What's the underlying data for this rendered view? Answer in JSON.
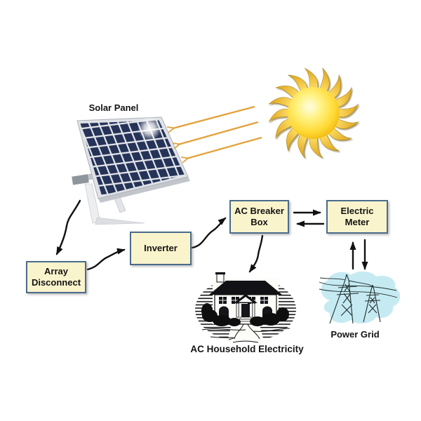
{
  "diagram": {
    "background": "#FFFFFF",
    "labels": {
      "solar_panel": "Solar Panel",
      "ac_household": "AC Household Electricity",
      "power_grid": "Power Grid"
    },
    "nodes": {
      "array_disconnect": "Array\nDisconnect",
      "inverter": "Inverter",
      "ac_breaker_box": "AC Breaker\nBox",
      "electric_meter": "Electric\nMeter"
    },
    "colors": {
      "node_fill": "#FAF4CC",
      "node_border": "#4A6C8B",
      "text": "#141414",
      "sun_ray_arrow": "#E2A33C",
      "flow_arrow": "#111111",
      "panel_cell": "#253358",
      "panel_frame": "#DFE2E6",
      "grid_cloud": "#C6EAF2",
      "sun_yellow": "#FFD935"
    },
    "edges": [
      {
        "from": "sun",
        "to": "solar_panel",
        "type": "sunlight",
        "arrows": 3
      },
      {
        "from": "solar_panel",
        "to": "array_disconnect"
      },
      {
        "from": "array_disconnect",
        "to": "inverter"
      },
      {
        "from": "inverter",
        "to": "ac_breaker_box"
      },
      {
        "from": "ac_breaker_box",
        "to": "electric_meter"
      },
      {
        "from": "electric_meter",
        "to": "ac_breaker_box"
      },
      {
        "from": "ac_breaker_box",
        "to": "ac_household"
      },
      {
        "from": "power_grid",
        "to": "electric_meter"
      },
      {
        "from": "electric_meter",
        "to": "power_grid"
      }
    ]
  }
}
